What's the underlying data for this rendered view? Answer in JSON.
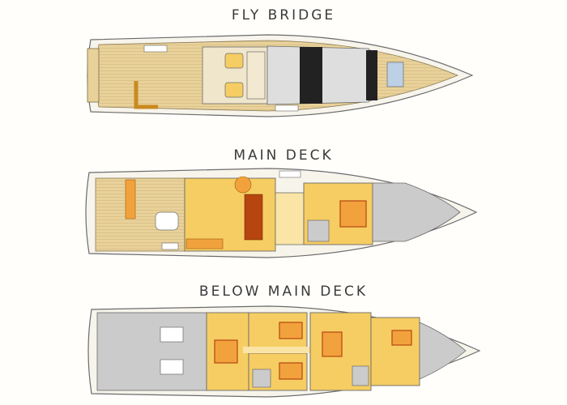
{
  "decks": {
    "fly_bridge": {
      "title": "FLY BRIDGE"
    },
    "main_deck": {
      "title": "MAIN DECK"
    },
    "below_main_deck": {
      "title": "BELOW MAIN DECK"
    }
  },
  "colors": {
    "teak": "#e9d29a",
    "interior": "#f6cd62",
    "cabin": "#f2a23c",
    "cabin_dark": "#b64510",
    "gray_area": "#cbcbcb",
    "hull_outline": "#6b6b6b",
    "windshield": "#222222"
  }
}
